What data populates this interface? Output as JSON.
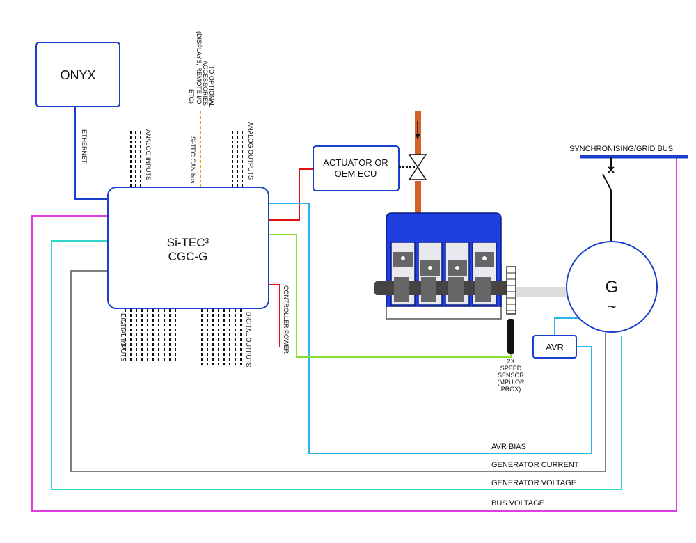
{
  "colors": {
    "block_border": "#1a3fcc",
    "engine_blue": "#1f3fe0",
    "fuel_pipe": "#d2622a",
    "ethernet": "#1a3fcc",
    "can_bus": "#f0a000",
    "red": "#e01010",
    "cyan_bias": "#2ab4ea",
    "gray_current": "#808080",
    "turquoise_voltage": "#30d6cc",
    "magenta_bus": "#e03ce0",
    "green_speed": "#88e030"
  },
  "blocks": {
    "onyx": "ONYX",
    "controller_line1": "Si-TEC³",
    "controller_line2": "CGC-G",
    "actuator_line1": "ACTUATOR OR",
    "actuator_line2": "OEM ECU",
    "generator_symbol": "G",
    "generator_tilde": "~",
    "avr": "AVR"
  },
  "labels": {
    "ethernet": "ETHERNET",
    "analog_inputs": "ANALOG INPUTS",
    "analog_outputs": "ANALOG OUTPUTS",
    "can_bus": "Si-TEC CAN bus",
    "optional_line1": "TO OPTIONAL",
    "optional_line2": "ACCESSORIES",
    "optional_line3": "(DISPLAYS, REMOTE I/O",
    "optional_line4": "ETC)",
    "digital_inputs": "DIGITAL INPUTS",
    "digital_outputs": "DIGITAL OUTPUTS",
    "controller_power": "CONTROLLER POWER",
    "sync_bus": "SYNCHRONISING/GRID BUS",
    "speed_line1": "2X",
    "speed_line2": "SPEED",
    "speed_line3": "SENSOR",
    "speed_line4": "(MPU OR",
    "speed_line5": "PROX)",
    "avr_bias": "AVR BIAS",
    "gen_current": "GENERATOR CURRENT",
    "gen_voltage": "GENERATOR VOLTAGE",
    "bus_voltage": "BUS VOLTAGE"
  }
}
